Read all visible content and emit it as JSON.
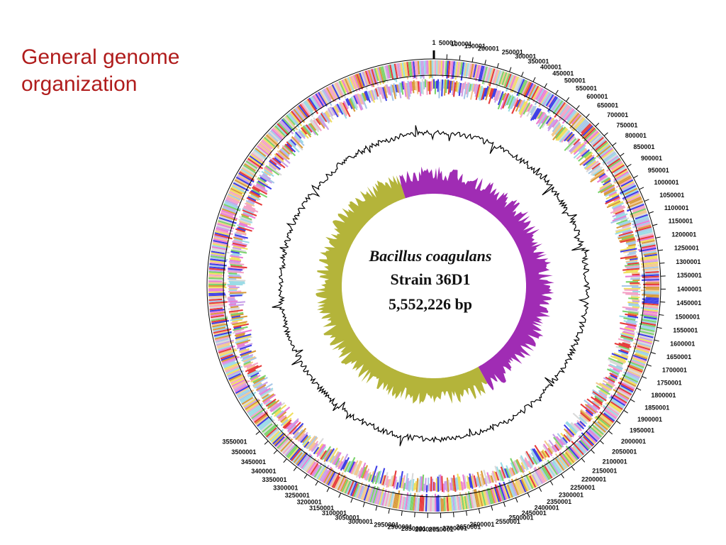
{
  "slide": {
    "title": "General genome organization"
  },
  "genome_map": {
    "organism": "Bacillus coagulans",
    "strain": "Strain 36D1",
    "size": "5,552,226 bp",
    "tick_labels": [
      "1",
      "50001",
      "100001",
      "150001",
      "200001",
      "250001",
      "300001",
      "350001",
      "400001",
      "450001",
      "500001",
      "550001",
      "600001",
      "650001",
      "700001",
      "750001",
      "800001",
      "850001",
      "900001",
      "950001",
      "1000001",
      "1050001",
      "1100001",
      "1150001",
      "1200001",
      "1250001",
      "1300001",
      "1350001",
      "1400001",
      "1450001",
      "1500001",
      "1550001",
      "1600001",
      "1650001",
      "1700001",
      "1750001",
      "1800001",
      "1850001",
      "1900001",
      "1950001",
      "2000001",
      "2050001",
      "2100001",
      "2150001",
      "2200001",
      "2250001",
      "2300001",
      "2350001",
      "2400001",
      "2450001",
      "2500001",
      "2550001",
      "2600001",
      "2650001",
      "2700001",
      "2750001",
      "2800001",
      "2850001",
      "2900001",
      "2950001",
      "3000001",
      "3050001",
      "3100001",
      "3150001",
      "3200001",
      "3250001",
      "3300001",
      "3350001",
      "3400001",
      "3450001",
      "3500001",
      "3550001"
    ],
    "colors": {
      "gc_skew_positive": "#a02cb4",
      "gc_skew_negative": "#b4b43a",
      "gc_content": "#000000",
      "feature_palette": [
        "#f4a3c6",
        "#a7c7e8",
        "#d99a3a",
        "#e97dd6",
        "#7bd36b",
        "#3e3ee6",
        "#d9d9d9",
        "#e63b3b",
        "#f2c890",
        "#9adbe6",
        "#c8a0e8",
        "#f0e060"
      ]
    }
  }
}
